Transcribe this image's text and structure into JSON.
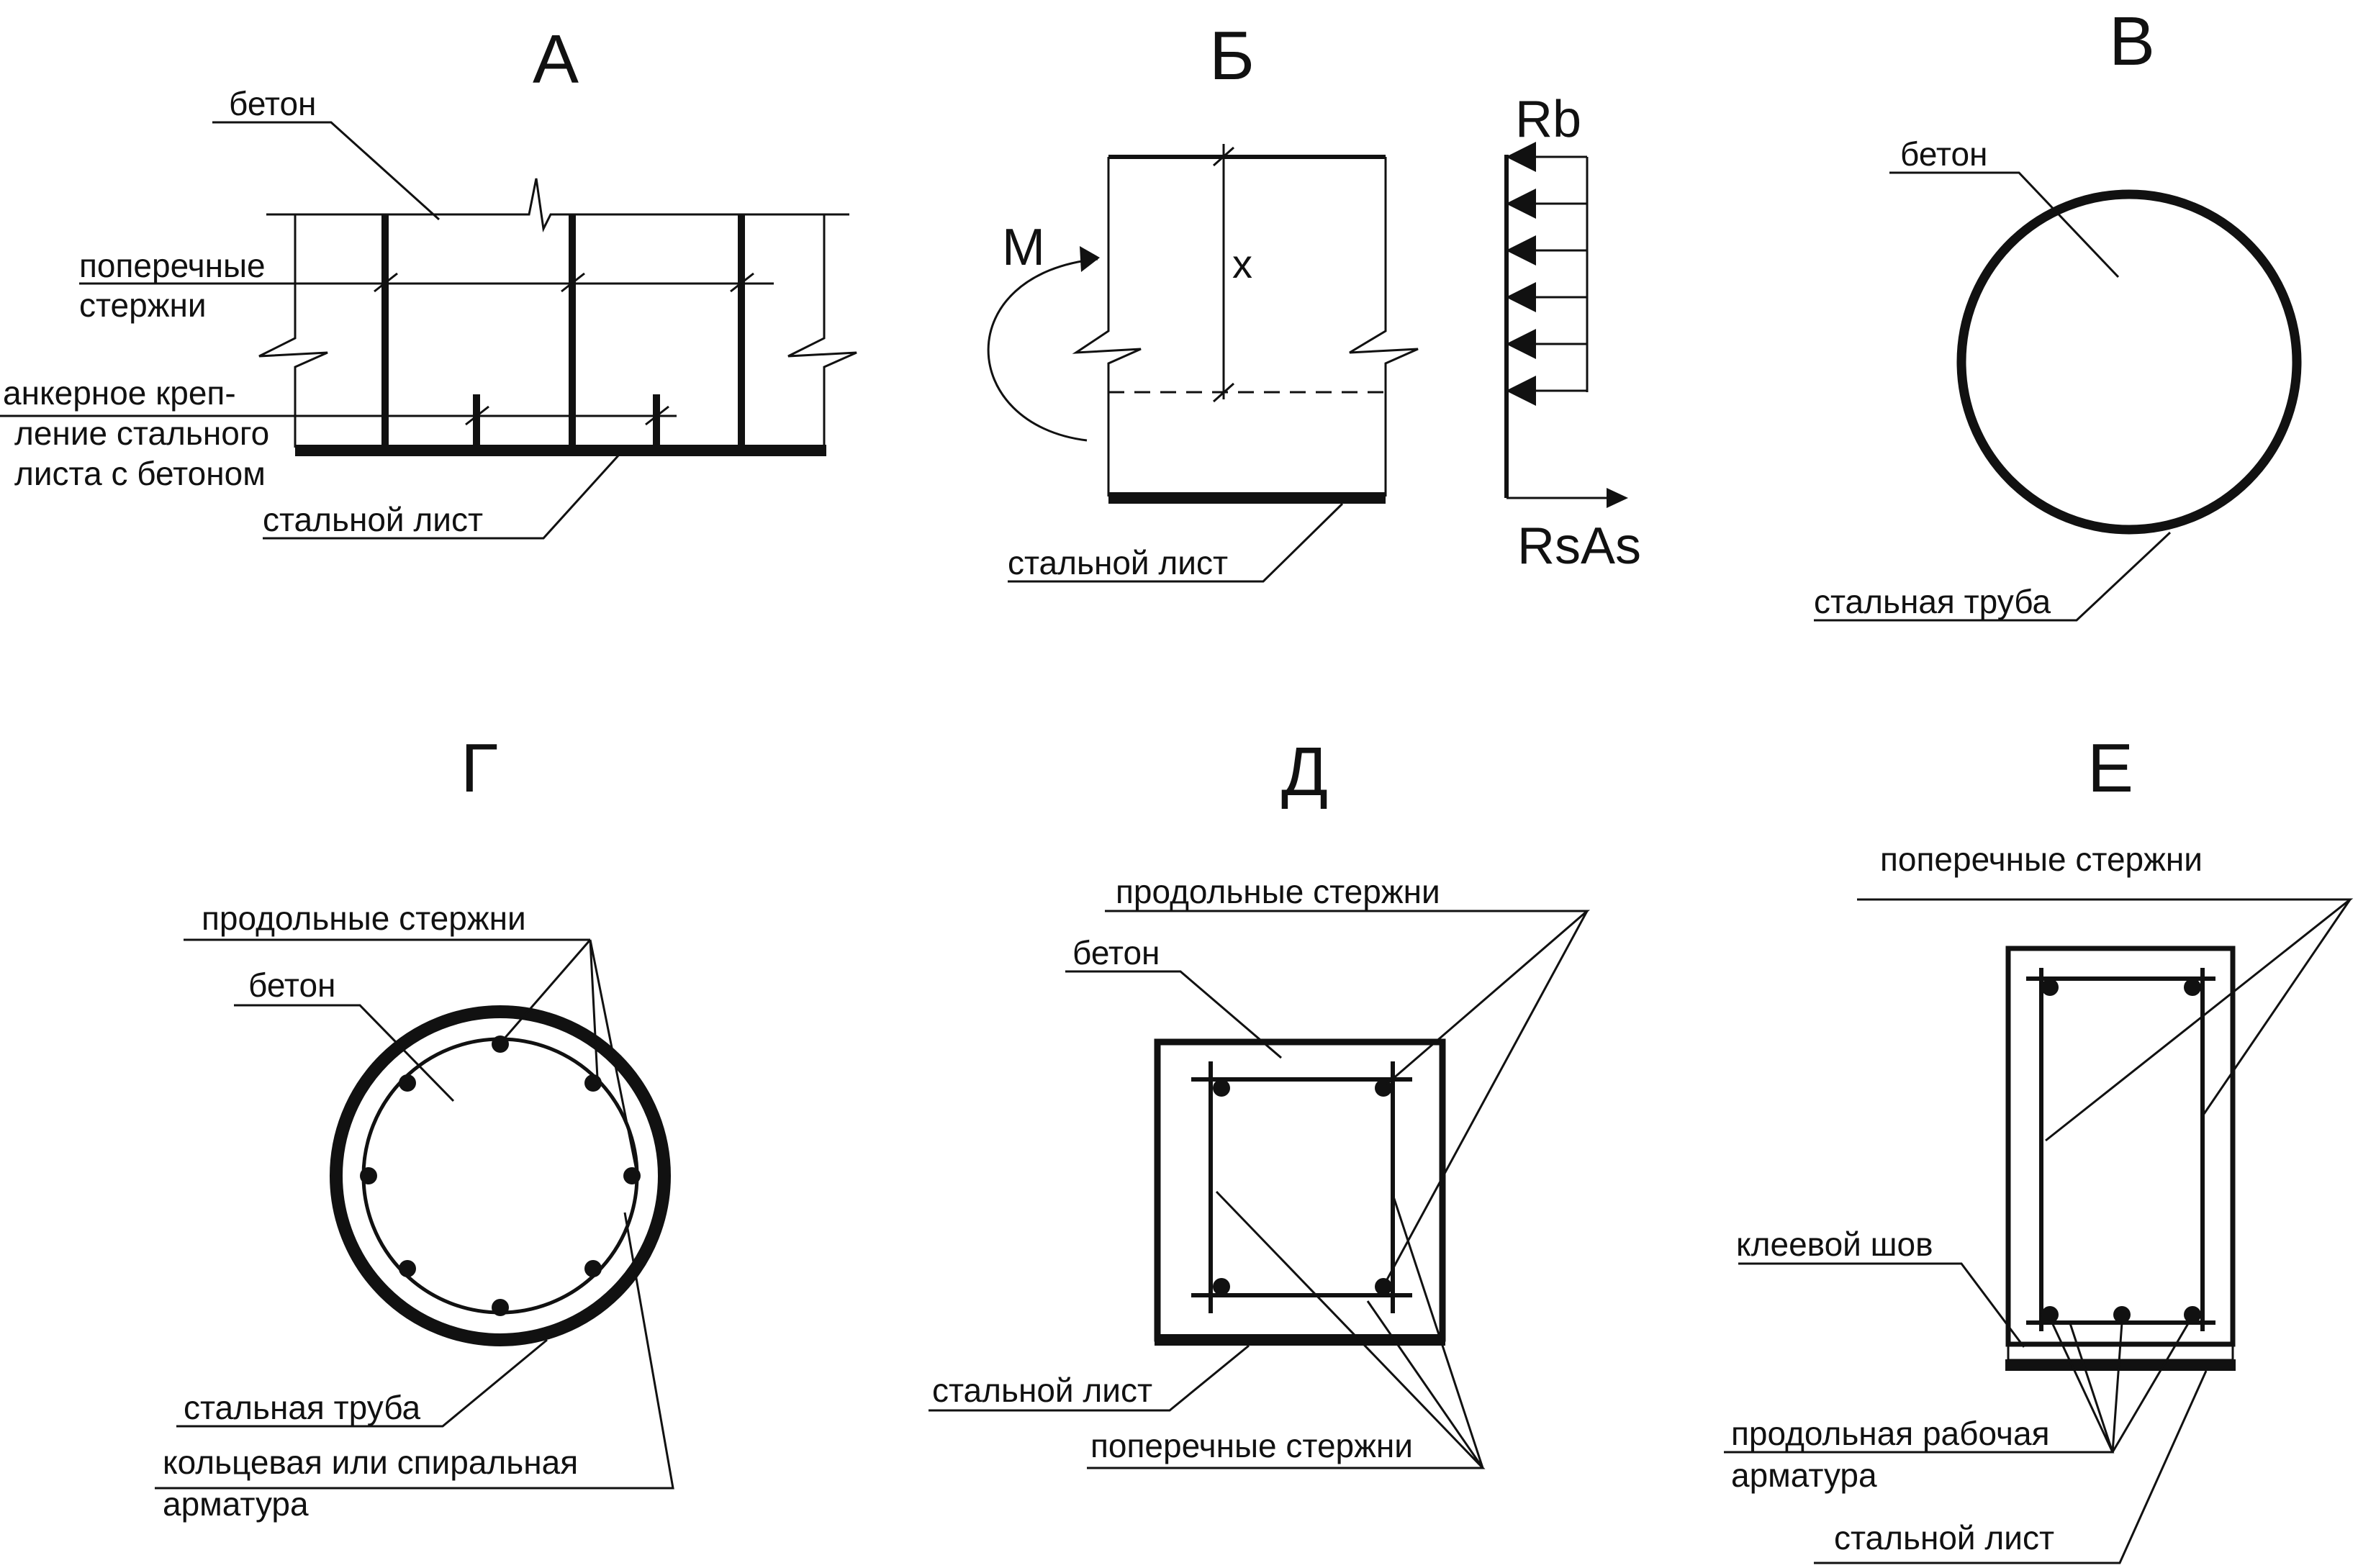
{
  "panels": {
    "A": {
      "title": "А",
      "labels": {
        "concrete": "бетон",
        "transverse_1": "поперечные",
        "transverse_2": "стержни",
        "anchor_1": "анкерное креп-",
        "anchor_2": "ление стального",
        "anchor_3": "листа с бетоном",
        "steel_sheet": "стальной лист"
      }
    },
    "B": {
      "title": "Б",
      "moment": "M",
      "depth": "x",
      "rb": "Rb",
      "rsas": "RsAs",
      "steel_sheet": "стальной лист"
    },
    "V": {
      "title": "В",
      "concrete": "бетон",
      "tube": "стальная труба"
    },
    "G": {
      "title": "Г",
      "long_bars": "продольные стержни",
      "concrete": "бетон",
      "tube": "стальная труба",
      "ring_1": "кольцевая или спиральная",
      "ring_2": "арматура"
    },
    "D": {
      "title": "Д",
      "long_bars": "продольные стержни",
      "concrete": "бетон",
      "steel_sheet": "стальной лист",
      "transverse": "поперечные стержни"
    },
    "E": {
      "title": "Е",
      "transverse": "поперечные стержни",
      "glue": "клеевой шов",
      "work_1": "продольная рабочая",
      "work_2": "арматура",
      "steel_sheet": "стальной лист"
    }
  },
  "colors": {
    "ink": "#111111",
    "concrete_fill": "#dfe9e2",
    "concrete_speck": "#b9d3bf"
  }
}
